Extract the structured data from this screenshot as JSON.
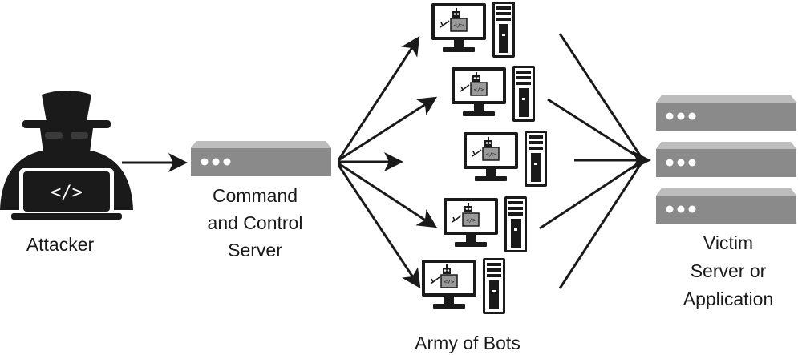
{
  "attacker": {
    "label": "Attacker",
    "laptop_code": "</>"
  },
  "cnc_server": {
    "label_lines": [
      "Command",
      "and Control",
      "Server"
    ]
  },
  "bots": {
    "label": "Army of Bots",
    "count": 5,
    "screen_code": "</>"
  },
  "victim": {
    "label_lines": [
      "Victim",
      "Server or",
      "Application"
    ],
    "server_count": 3
  },
  "icons": {
    "attacker": "spy-hacker-icon",
    "server": "rack-server-icon",
    "bot": "robot-icon",
    "monitor": "monitor-icon",
    "tower": "pc-tower-icon"
  },
  "colors": {
    "server_body": "#8a8a8a",
    "server_top": "#bdbdbd",
    "dark": "#1a1a1a",
    "screen_bot": "#9a9a9a",
    "background": "#ffffff"
  }
}
